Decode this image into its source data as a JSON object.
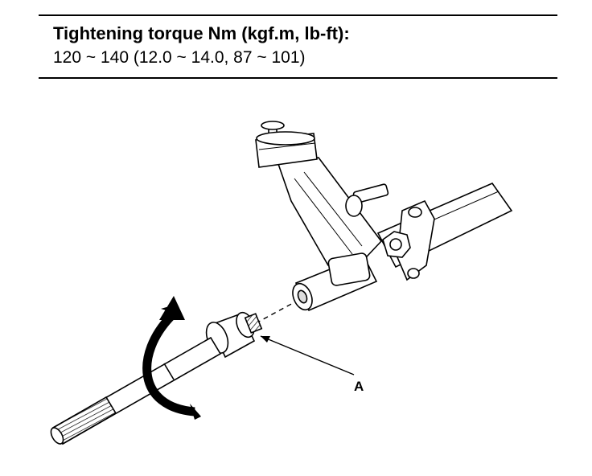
{
  "spec": {
    "title": "Tightening torque Nm (kgf.m, lb-ft):",
    "value": "120 ~ 140 (12.0 ~ 14.0, 87 ~ 101)"
  },
  "callouts": {
    "a": "A"
  }
}
